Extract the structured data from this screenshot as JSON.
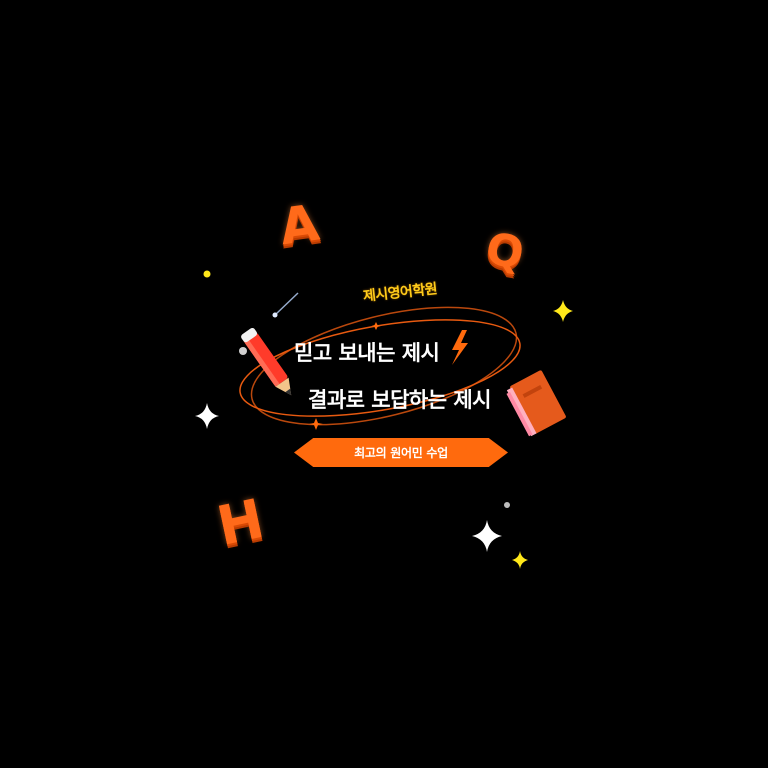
{
  "brand": {
    "name": "제시영어학원"
  },
  "headline": {
    "line1": "믿고 보내는 제시",
    "line2": "결과로 보답하는 제시"
  },
  "cta": {
    "label": "최고의 원어민 수업"
  },
  "letters": {
    "a": "A",
    "q": "Q",
    "h": "H"
  },
  "colors": {
    "background": "#000000",
    "accent": "#ff6a0d",
    "brand_text": "#ffcc1a",
    "headline_text": "#ffffff",
    "sparkle_yellow": "#ffe81a",
    "sparkle_white": "#ffffff"
  },
  "icons": [
    "pencil-icon",
    "book-icon",
    "lightning-icon",
    "sparkle-icon",
    "shooting-star-icon",
    "orbit-ring-icon"
  ]
}
